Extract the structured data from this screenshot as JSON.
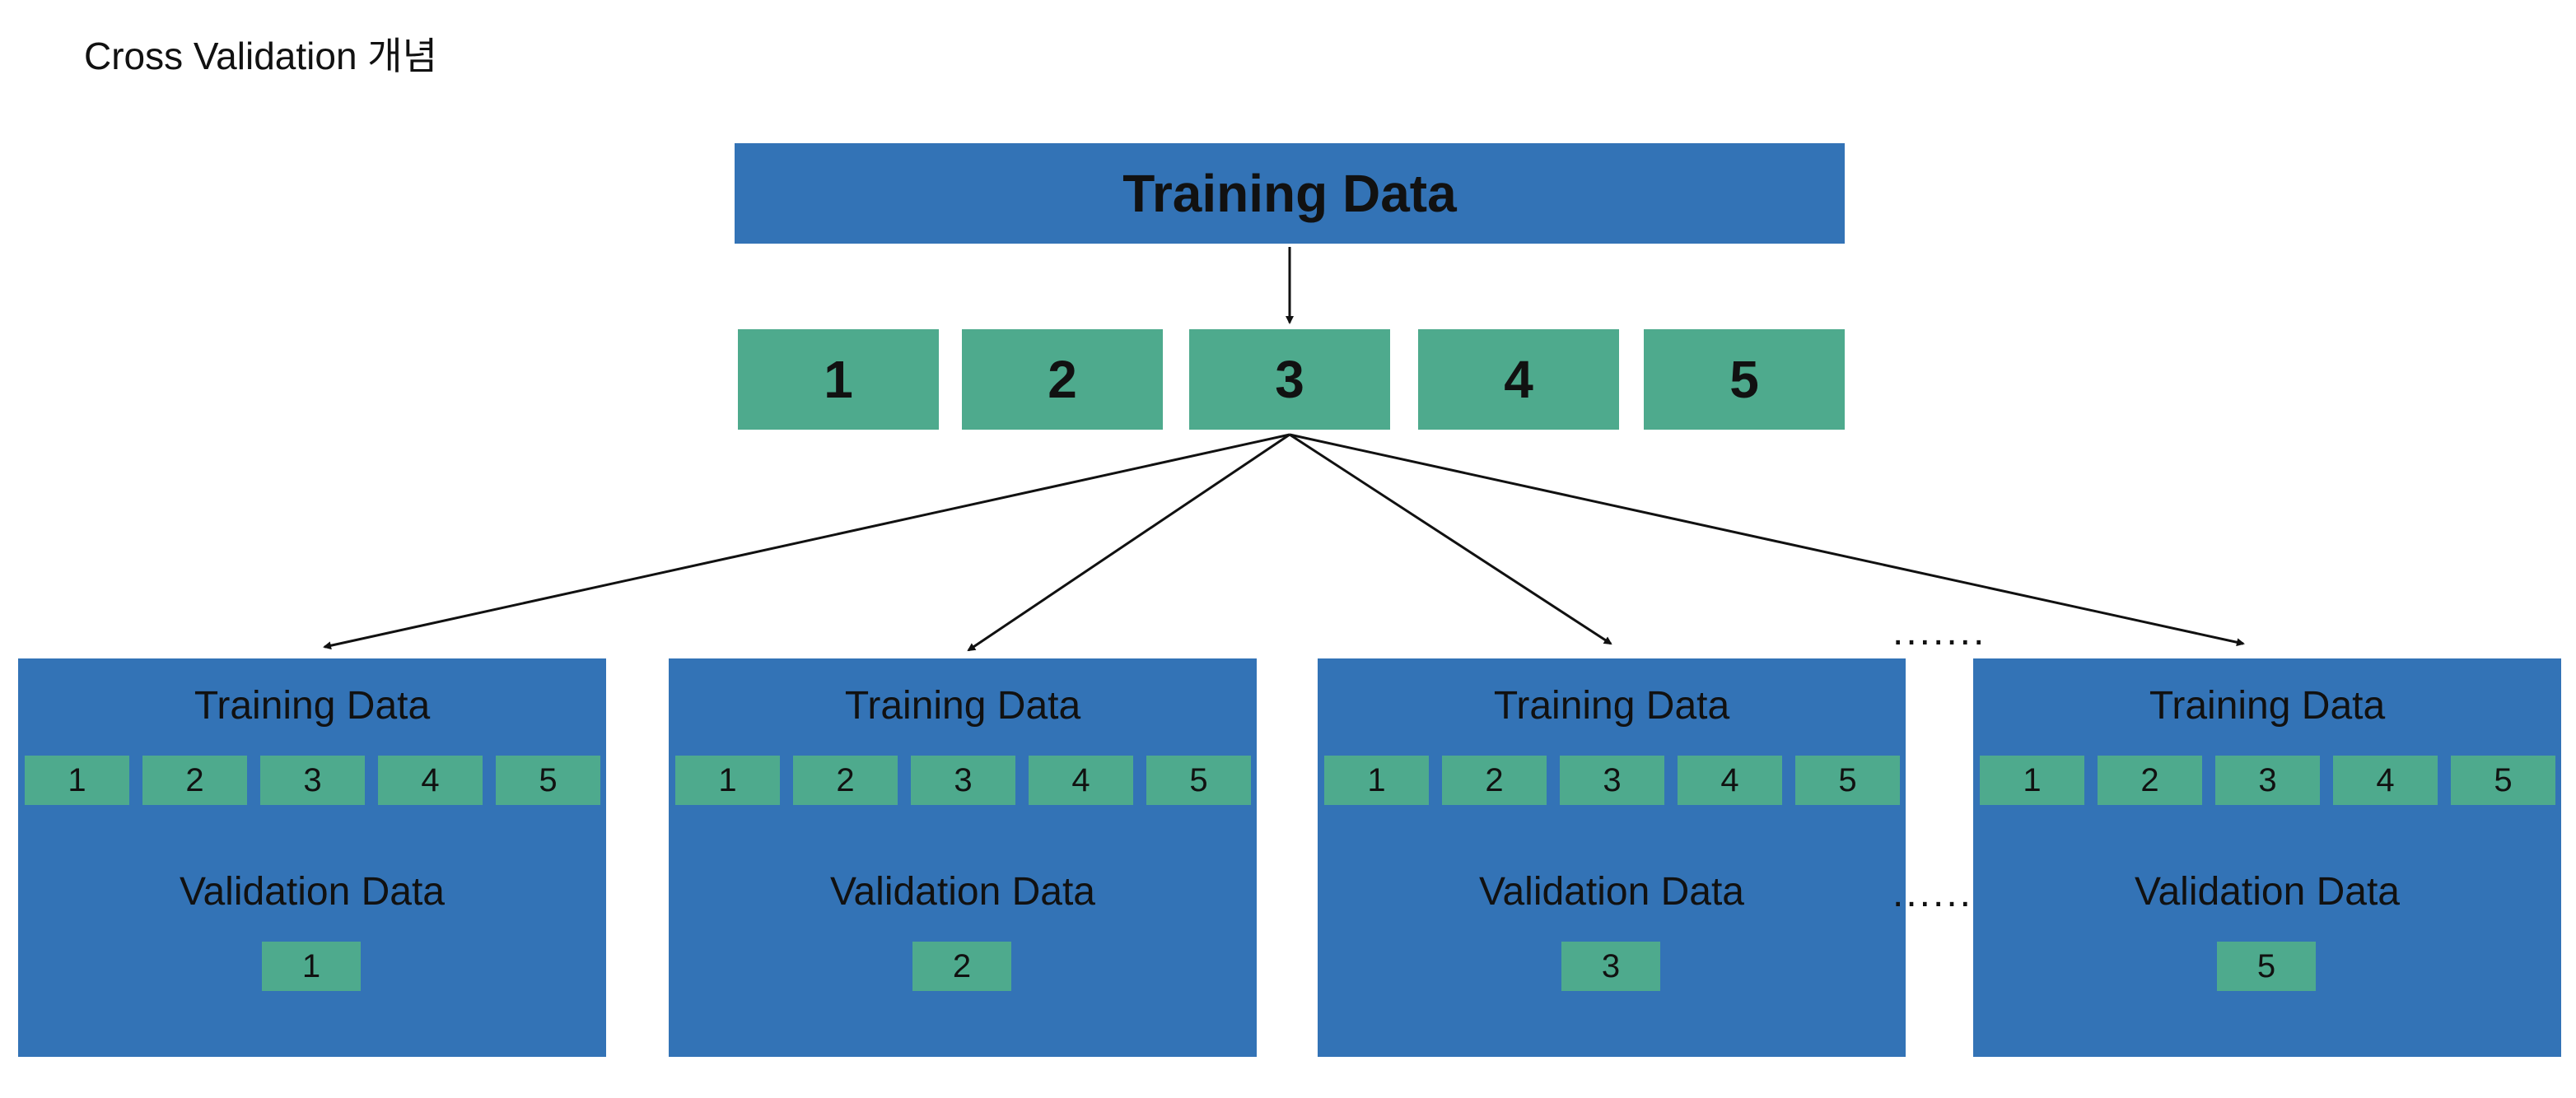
{
  "title": "Cross Validation 개념",
  "top": {
    "training_label": "Training Data",
    "folds": [
      "1",
      "2",
      "3",
      "4",
      "5"
    ]
  },
  "panels": [
    {
      "training_label": "Training Data",
      "folds": [
        "1",
        "2",
        "3",
        "4",
        "5"
      ],
      "validation_label": "Validation Data",
      "validation_fold": "1"
    },
    {
      "training_label": "Training Data",
      "folds": [
        "1",
        "2",
        "3",
        "4",
        "5"
      ],
      "validation_label": "Validation Data",
      "validation_fold": "2"
    },
    {
      "training_label": "Training Data",
      "folds": [
        "1",
        "2",
        "3",
        "4",
        "5"
      ],
      "validation_label": "Validation Data",
      "validation_fold": "3"
    },
    {
      "training_label": "Training Data",
      "folds": [
        "1",
        "2",
        "3",
        "4",
        "5"
      ],
      "validation_label": "Validation Data",
      "validation_fold": "5"
    }
  ],
  "ellipsis": ".......",
  "colors": {
    "training_block": "#3373b6",
    "fold_block": "#4eaa8d",
    "arrow": "#111111"
  }
}
